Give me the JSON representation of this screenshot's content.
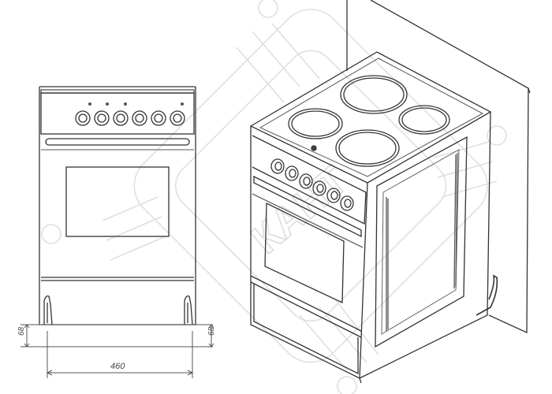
{
  "drawing": {
    "width_dimension": "460",
    "leg_height_left": "68",
    "leg_height_right": "68"
  },
  "watermark": {
    "text": "КАНТ"
  },
  "colors": {
    "line": "#333333",
    "light_line": "#777777",
    "watermark": "#d9d9d9"
  }
}
